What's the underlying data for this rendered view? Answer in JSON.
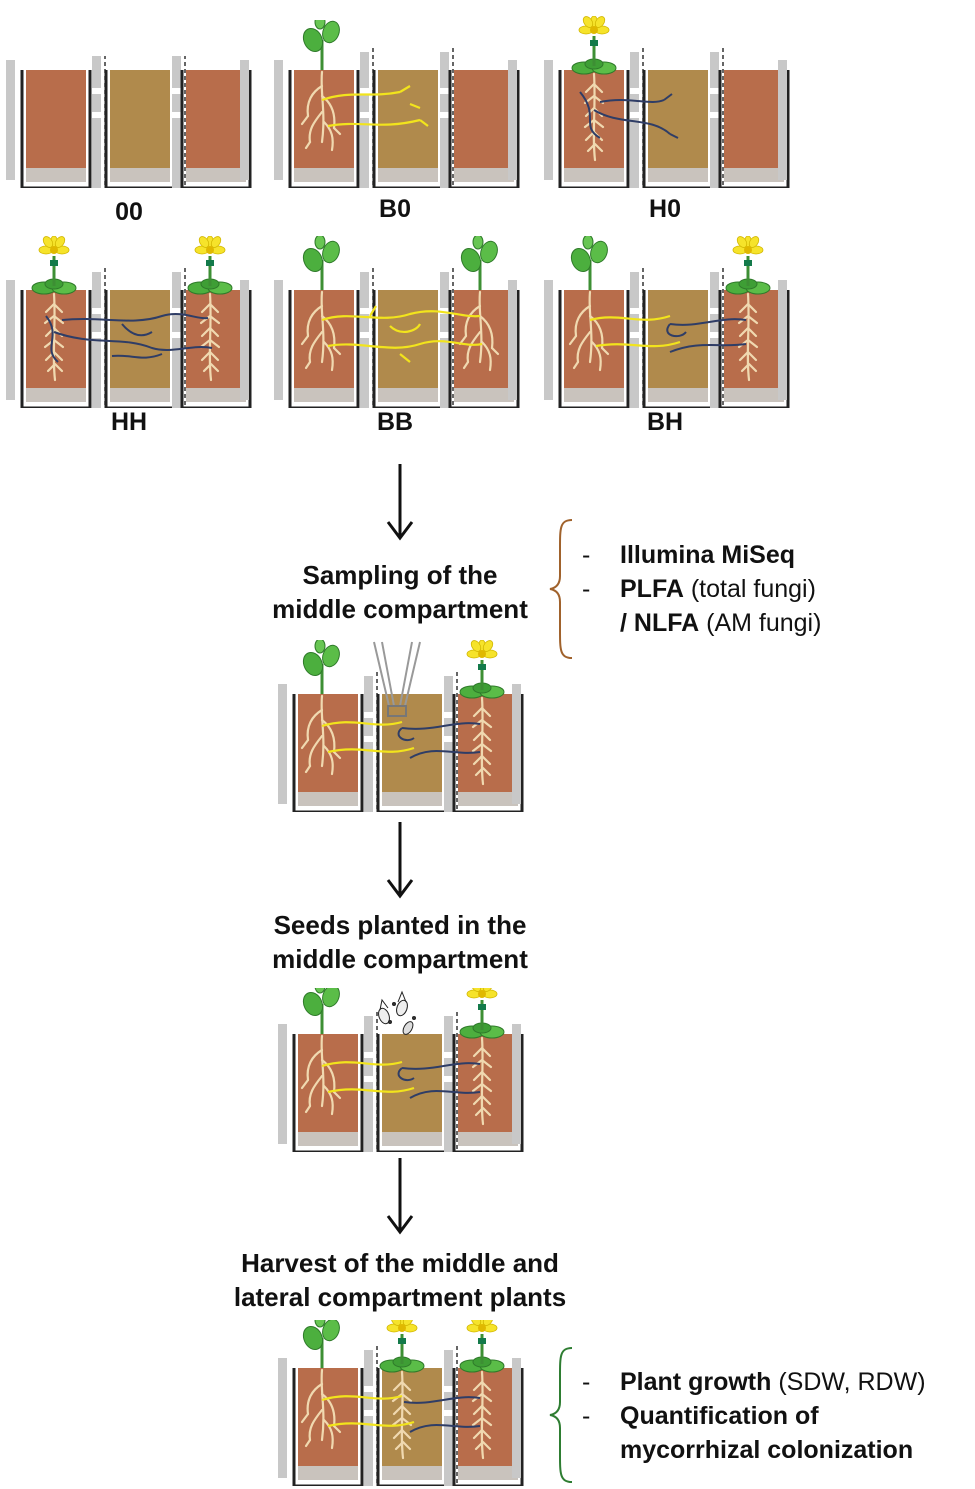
{
  "treatments": [
    {
      "label": "00",
      "left": "none",
      "right": "none"
    },
    {
      "label": "B0",
      "left": "bean",
      "right": "none"
    },
    {
      "label": "H0",
      "left": "sunflower",
      "right": "none"
    },
    {
      "label": "HH",
      "left": "sunflower",
      "right": "sunflower"
    },
    {
      "label": "BB",
      "left": "bean",
      "right": "bean"
    },
    {
      "label": "BH",
      "left": "bean",
      "right": "sunflower"
    }
  ],
  "steps": {
    "sampling": {
      "line1": "Sampling of the",
      "line2": "middle compartment"
    },
    "seeds": {
      "line1": "Seeds planted in the",
      "line2": "middle compartment"
    },
    "harvest": {
      "line1": "Harvest of the middle and",
      "line2": "lateral compartment plants"
    }
  },
  "sampling_notes": {
    "item1": {
      "dash": "-",
      "bold": "Illumina MiSeq",
      "rest": ""
    },
    "item2": {
      "dash": "-",
      "bold": "PLFA",
      "rest": " (total fungi)"
    },
    "item2_cont": {
      "bold": "/ NLFA",
      "rest": " (AM fungi)"
    }
  },
  "harvest_notes": {
    "item1": {
      "dash": "-",
      "bold": "Plant growth",
      "rest": " (SDW, RDW)"
    },
    "item2": {
      "dash": "-",
      "bold": "Quantification of",
      "rest": ""
    },
    "item2_cont": {
      "bold": "mycorrhizal colonization",
      "rest": ""
    }
  },
  "colors": {
    "soil_lateral": "#b86d4b",
    "soil_middle": "#b08a4c",
    "pot_outline": "#222222",
    "wall_grey": "#bdbdbd",
    "bean_hyphae": "#f2e41c",
    "sunflower_hyphae": "#2f3d66",
    "flower": "#f6e32a",
    "leaf": "#4caf3e",
    "sampling_brace": "#a0622c",
    "harvest_brace": "#2e7d32"
  }
}
